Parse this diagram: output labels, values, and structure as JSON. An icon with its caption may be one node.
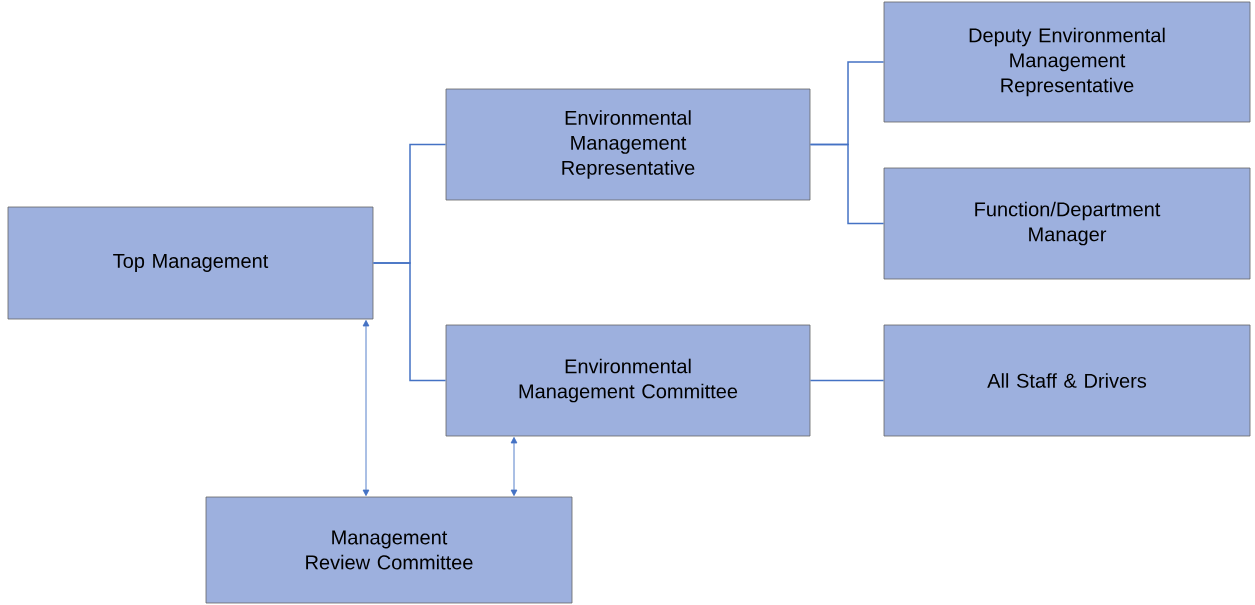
{
  "diagram": {
    "nodes": [
      {
        "text": [
          "Top Management"
        ]
      },
      {
        "text": [
          "Environmental Management Representative"
        ]
      },
      {
        "text": [
          "Environmental Management Committee"
        ]
      },
      {
        "text": [
          "Deputy Environmental Management Representative"
        ]
      },
      {
        "text": [
          "Function/Department Manager"
        ]
      },
      {
        "text": [
          "All Staff & Drivers"
        ]
      },
      {
        "text": [
          "Management Review Committee"
        ]
      }
    ],
    "edges": [
      {
        "from": 0,
        "to": 1,
        "arrow": "none"
      },
      {
        "from": 0,
        "to": 2,
        "arrow": "none"
      },
      {
        "from": 1,
        "to": 3,
        "arrow": "none"
      },
      {
        "from": 1,
        "to": 4,
        "arrow": "none"
      },
      {
        "from": 2,
        "to": 5,
        "arrow": "none"
      },
      {
        "from": 0,
        "to": 6,
        "arrow": "both"
      },
      {
        "from": 2,
        "to": 6,
        "arrow": "both"
      }
    ]
  }
}
